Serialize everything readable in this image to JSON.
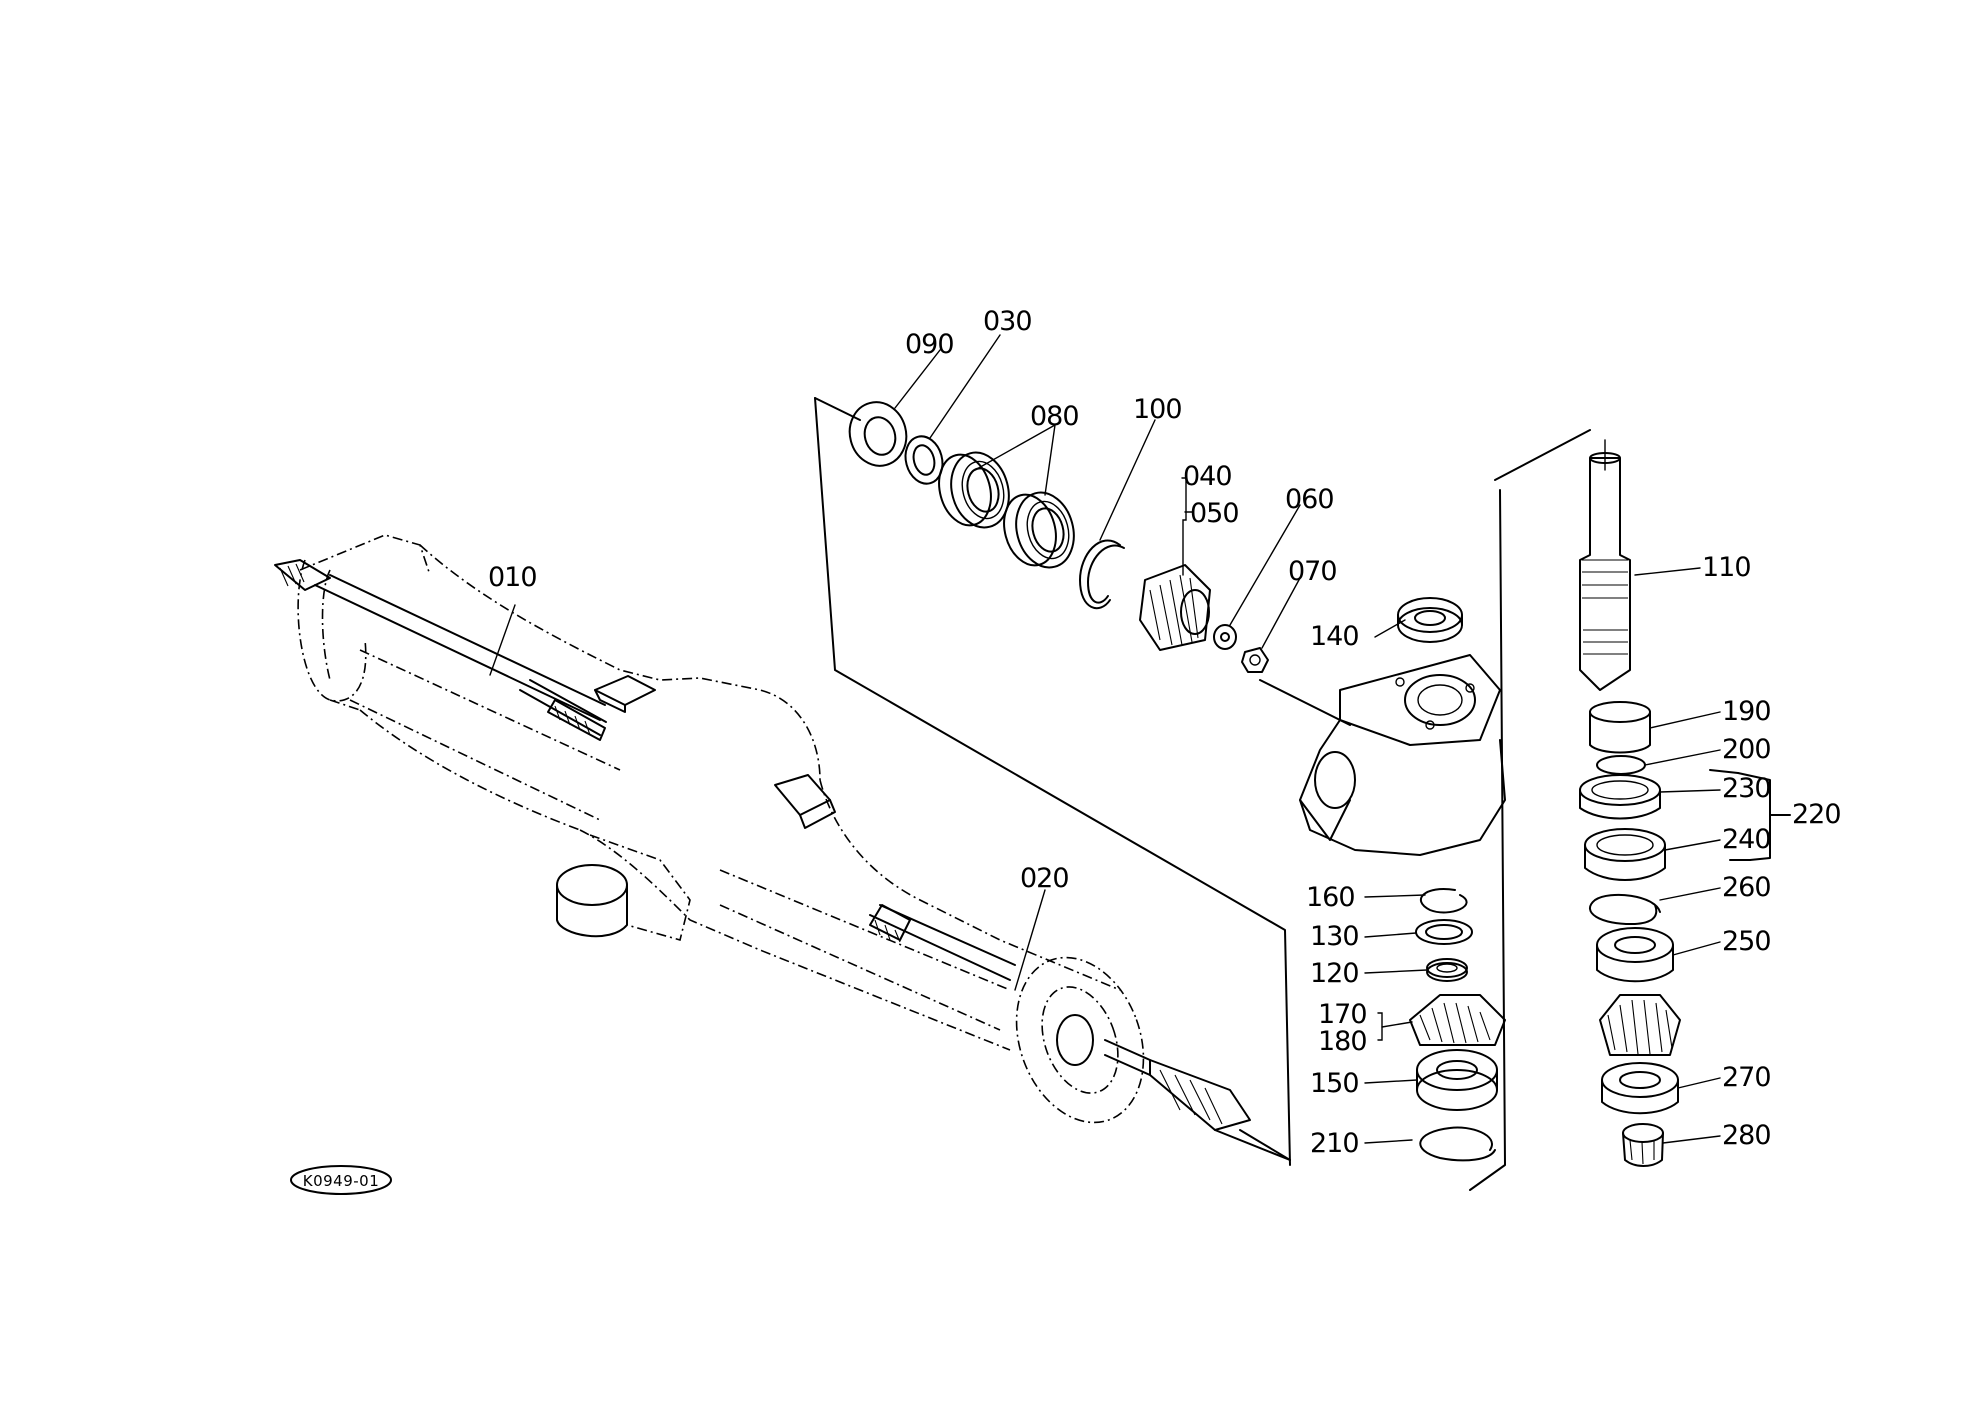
{
  "drawing_ref": "K0949-01",
  "part_numbers": {
    "p010": "010",
    "p020": "020",
    "p030": "030",
    "p040": "040",
    "p050": "050",
    "p060": "060",
    "p070": "070",
    "p080": "080",
    "p090": "090",
    "p100": "100",
    "p110": "110",
    "p120": "120",
    "p130": "130",
    "p140": "140",
    "p150": "150",
    "p160": "160",
    "p170": "170",
    "p180": "180",
    "p190": "190",
    "p200": "200",
    "p210": "210",
    "p220": "220",
    "p230": "230",
    "p240": "240",
    "p250": "250",
    "p260": "260",
    "p270": "270",
    "p280": "280"
  }
}
